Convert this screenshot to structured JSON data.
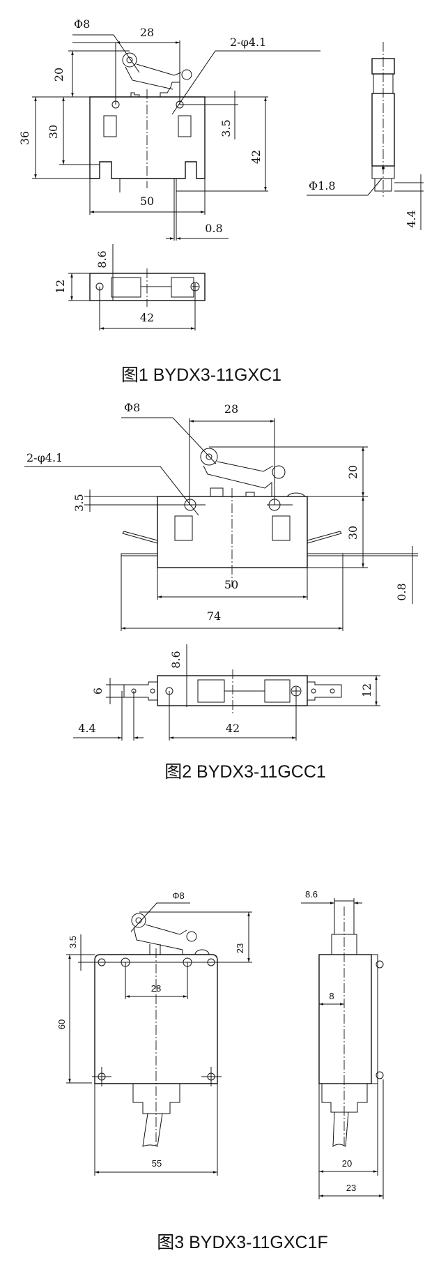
{
  "figures": [
    {
      "caption": "图1 BYDX3-11GXC1",
      "dims": {
        "roller": "Φ8",
        "pitch": "28",
        "holes": "2-φ4.1",
        "lever_h": "20",
        "total_h": "36",
        "body_h": "30",
        "hole_off": "3.5",
        "pin_h": "42",
        "width": "50",
        "pin_t": "0.8",
        "pin_d": "Φ1.8",
        "pin_off": "4.4",
        "top_off": "8.6",
        "depth": "12",
        "hole_pitch": "42"
      }
    },
    {
      "caption": "图2 BYDX3-11GCC1",
      "dims": {
        "roller": "Φ8",
        "pitch": "28",
        "holes": "2-φ4.1",
        "lever_h": "20",
        "hole_off": "3.5",
        "body_h": "30",
        "tab_t": "0.8",
        "width": "50",
        "total_w": "74",
        "top_off": "8.6",
        "tab_w": "6",
        "depth": "12",
        "tab_off": "4.4",
        "hole_pitch": "42"
      }
    },
    {
      "caption": "图3 BYDX3-11GXC1F",
      "dims": {
        "roller": "Φ8",
        "hole_off": "3.5",
        "lever_h": "23",
        "pitch": "28",
        "body_h": "60",
        "width": "55",
        "top_off": "8.6",
        "center": "8",
        "depth": "20",
        "total_d": "23"
      }
    }
  ]
}
